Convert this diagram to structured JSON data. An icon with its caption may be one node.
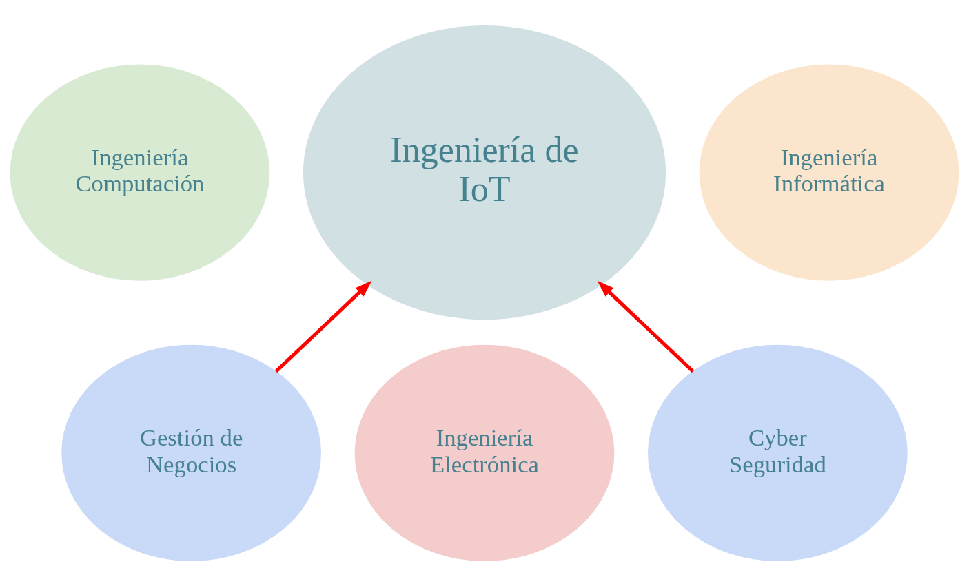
{
  "diagram": {
    "nodes": [
      {
        "text": [
          "Ingeniería Computación"
        ]
      },
      {
        "text": [
          "Ingeniería Informática"
        ]
      },
      {
        "text": [
          "Ingeniería de IoT"
        ]
      },
      {
        "text": [
          "Gestión de Negocios"
        ]
      },
      {
        "text": [
          "Ingeniería Electrónica"
        ]
      },
      {
        "text": [
          "Cyber Seguridad"
        ]
      }
    ],
    "edges": [
      {
        "from": 3,
        "to": 2,
        "arrow": "to"
      },
      {
        "from": 5,
        "to": 2,
        "arrow": "to"
      }
    ]
  }
}
